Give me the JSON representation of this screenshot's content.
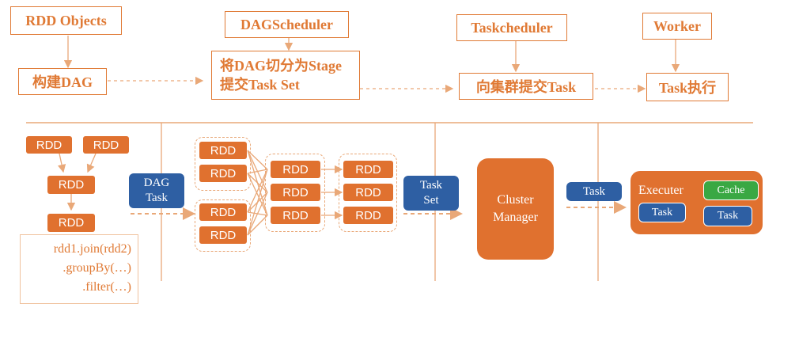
{
  "headers": {
    "rdd_objects": "RDD Objects",
    "dag_scheduler": "DAGScheduler",
    "task_scheduler": "Taskcheduler",
    "worker": "Worker"
  },
  "steps": {
    "build_dag": "构建DAG",
    "split_line1": "将DAG切分为Stage",
    "split_line2": "提交Task Set",
    "submit_cluster": "向集群提交Task",
    "task_exec": "Task执行"
  },
  "rdd_objects": {
    "rdd_label": "RDD",
    "code_lines": [
      "rdd1.join(rdd2)",
      ".groupBy(…)",
      ".filter(…)"
    ]
  },
  "dag_task": {
    "line1": "DAG",
    "line2": "Task"
  },
  "task_set": {
    "line1": "Task",
    "line2": "Set"
  },
  "cluster_manager": {
    "line1": "Cluster",
    "line2": "Manager"
  },
  "task_label": "Task",
  "executer": {
    "label": "Executer",
    "cache": "Cache",
    "task_a": "Task",
    "task_b": "Task"
  },
  "colors": {
    "orange": "#e0712f",
    "blue": "#2e5fa3",
    "green": "#3aa843",
    "line": "#e9a878"
  }
}
